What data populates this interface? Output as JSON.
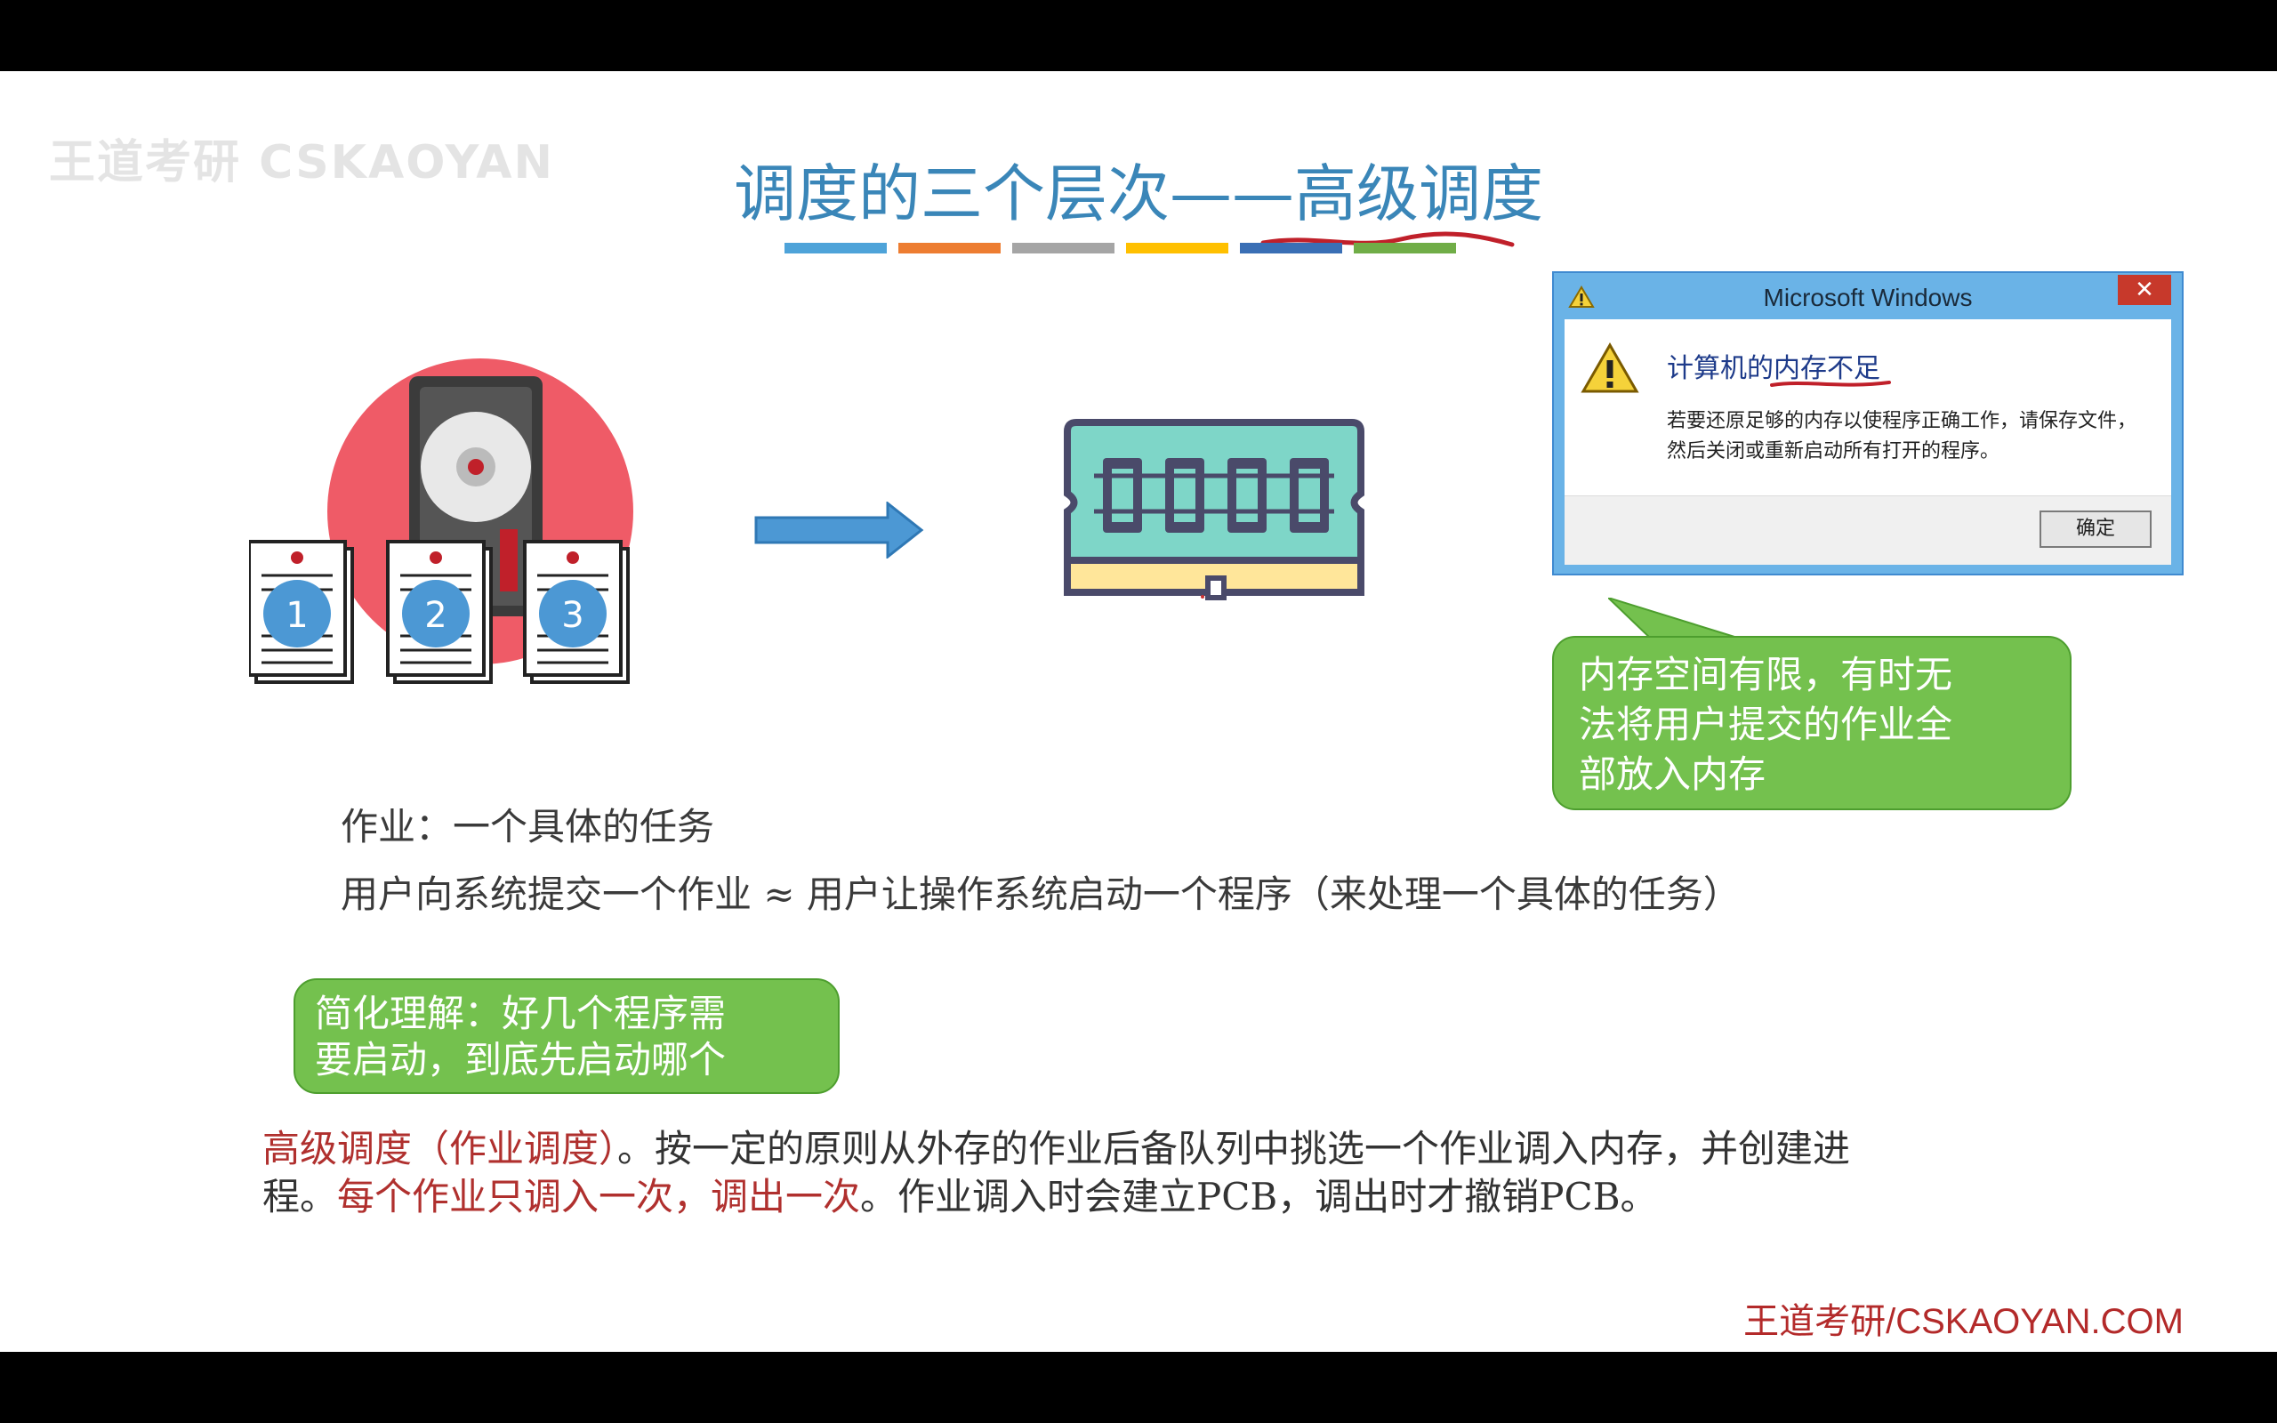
{
  "watermark": "王道考研 CSKAOYAN",
  "title": {
    "prefix": "调度的三个层次——",
    "highlight": "高级调度"
  },
  "color_bars": [
    "#4ea3d9",
    "#ed7d31",
    "#a5a5a5",
    "#ffc000",
    "#3a6fb5",
    "#70ad47"
  ],
  "jobs": [
    "1",
    "2",
    "3"
  ],
  "dialog": {
    "title": "Microsoft Windows",
    "close": "✕",
    "heading_prefix": "计算机的",
    "heading_highlight": "内存不足",
    "message_line1": "若要还原足够的内存以使程序正确工作，请保存文件，",
    "message_line2": "然后关闭或重新启动所有打开的程序。",
    "ok": "确定"
  },
  "callout_memory": {
    "line1": "内存空间有限，有时无",
    "line2": "法将用户提交的作业全",
    "line3": "部放入内存"
  },
  "job_def": "作业：一个具体的任务",
  "job_submit": "用户向系统提交一个作业 ≈ 用户让操作系统启动一个程序（来处理一个具体的任务）",
  "callout_simple": {
    "line1": "简化理解：好几个程序需",
    "line2": "要启动，到底先启动哪个"
  },
  "definition": {
    "term": "高级调度（作业调度）",
    "part1": "。按一定的原则从外存的作业后备队列中挑选一个作业调入内存，并创建进",
    "part2": "程。",
    "emphasis": "每个作业只调入一次，调出一次",
    "part3": "。作业调入时会建立PCB，调出时才撤销PCB。"
  },
  "brand": "王道考研/CSKAOYAN.COM"
}
